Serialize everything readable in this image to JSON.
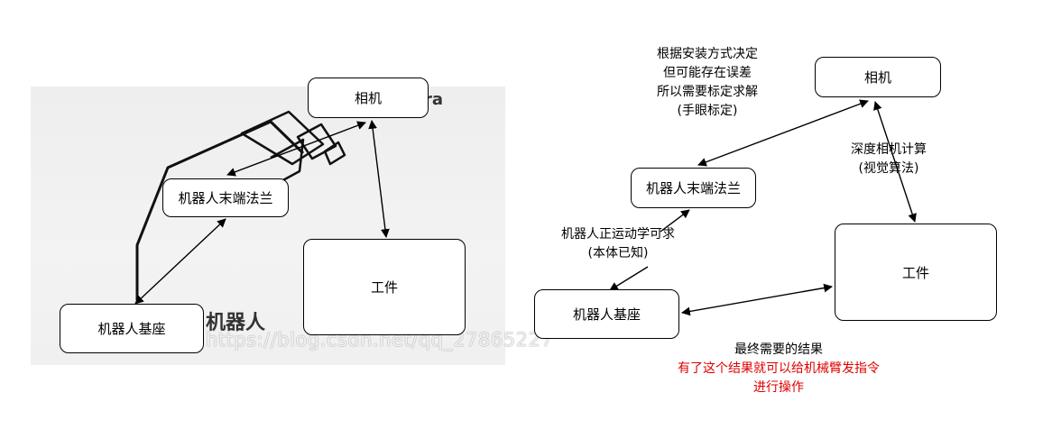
{
  "left_diagram": {
    "camera": "相机",
    "flange": "机器人末端法兰",
    "base": "机器人基座",
    "workpiece": "工件",
    "photo_text_ra": "ra",
    "photo_text_robot": "机器人",
    "watermark": "https://blog.csdn.net/qq_27865227"
  },
  "right_diagram": {
    "camera": "相机",
    "flange": "机器人末端法兰",
    "base": "机器人基座",
    "workpiece": "工件",
    "note_install": [
      "根据安装方式决定",
      "但可能存在误差",
      "所以需要标定求解",
      "(手眼标定)"
    ],
    "note_depth": [
      "深度相机计算",
      "(视觉算法)"
    ],
    "note_kinematics": [
      "机器人正运动学可求",
      "(本体已知)"
    ],
    "note_result": "最终需要的结果",
    "note_result_red": [
      "有了这个结果就可以给机械臂发指令",
      "进行操作"
    ],
    "colors": {
      "highlight": "#e00000"
    }
  }
}
